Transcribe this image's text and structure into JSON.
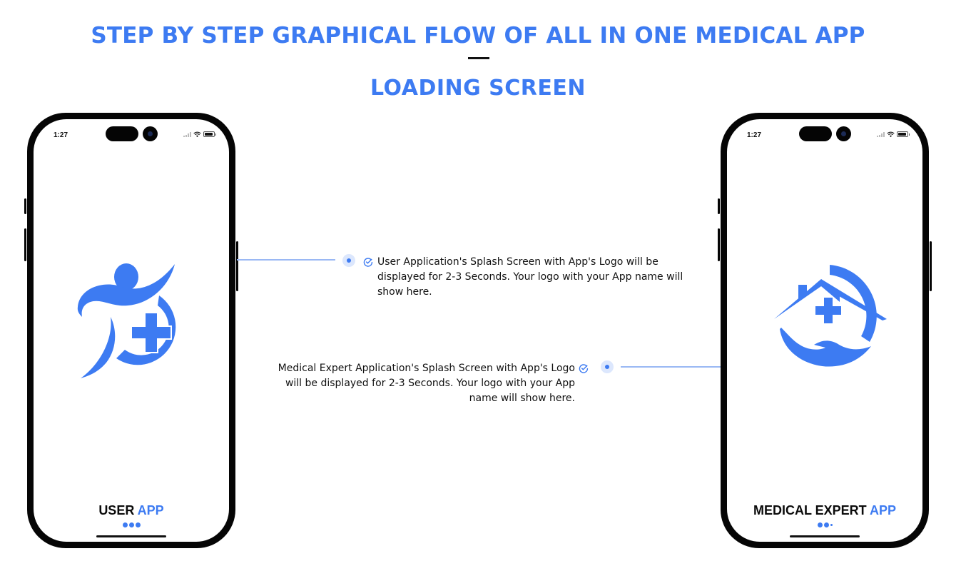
{
  "page": {
    "title": "STEP BY STEP GRAPHICAL FLOW OF ALL IN ONE MEDICAL APP",
    "section_title": "LOADING SCREEN"
  },
  "colors": {
    "accent": "#3d7bf2",
    "frame": "#050505",
    "connector": "#9ab8f4"
  },
  "user_phone": {
    "status_time": "1:27",
    "app_name_primary": "USER",
    "app_name_accent": "APP",
    "logo_icon": "person-medical-cross-logo",
    "loading_dots": 3
  },
  "expert_phone": {
    "status_time": "1:27",
    "app_name_primary": "MEDICAL EXPERT",
    "app_name_accent": "APP",
    "logo_icon": "house-hand-medical-cross-logo",
    "loading_dots": 3
  },
  "annotations": {
    "user": "User Application's Splash Screen with App's Logo will be displayed for 2-3 Seconds. Your logo with your App name will show here.",
    "expert": "Medical Expert Application's Splash Screen with App's Logo will be displayed for 2-3 Seconds. Your logo with your App name will show here."
  }
}
